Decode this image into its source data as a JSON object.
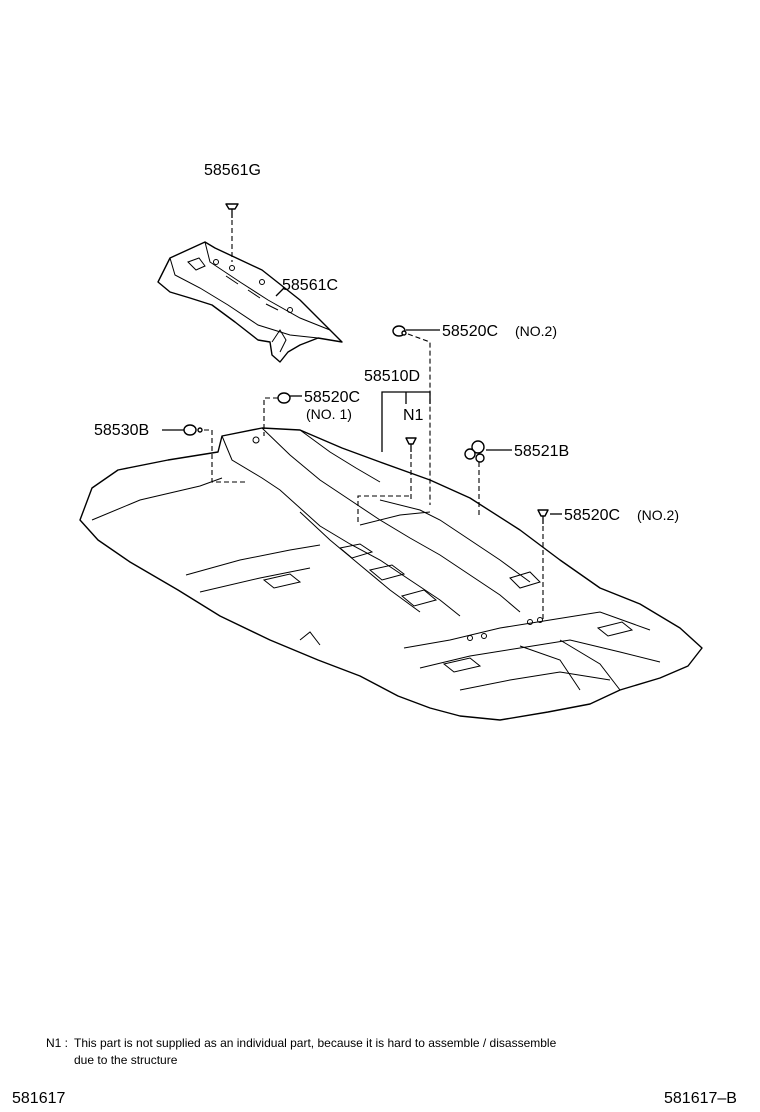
{
  "callouts": {
    "p58561g": "58561G",
    "p58561c": "58561C",
    "p58520c_no2_top": "58520C",
    "p58520c_no2_top_note": "(NO.2)",
    "p58510d": "58510D",
    "p58520c_no1": "58520C",
    "p58520c_no1_note": "(NO. 1)",
    "n1": "N1",
    "p58530b": "58530B",
    "p58521b": "58521B",
    "p58520c_no2_right": "58520C",
    "p58520c_no2_right_note": "(NO.2)"
  },
  "footnote": {
    "marker": "N1 :",
    "line1": "This part is not supplied as an individual part, because it is hard to assemble / disassemble",
    "line2": "due to the structure"
  },
  "footer": {
    "left_code": "581617",
    "right_code": "581617–B"
  }
}
